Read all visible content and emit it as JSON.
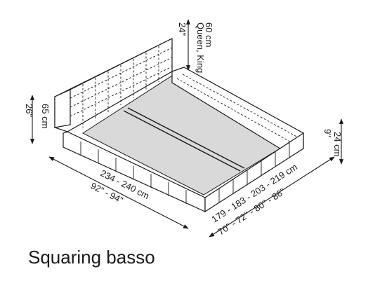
{
  "product": {
    "name": "Squaring basso"
  },
  "dimensions": {
    "headboard_height": {
      "cm": "60 cm",
      "inch": "24\"",
      "note": "Queen, King"
    },
    "frame_height": {
      "cm": "65 cm",
      "inch": "26\""
    },
    "platform_height": {
      "cm": "24 cm",
      "inch": "9\""
    },
    "length": {
      "cm": "234 - 240 cm",
      "inch": "92\" - 94\""
    },
    "width": {
      "cm": "179 - 183 - 203 - 219 cm",
      "inch": "70\" - 72\" - 80\" - 86\""
    }
  },
  "colors": {
    "line": "#1a1a1a",
    "panel": "#d9d9d9",
    "background": "#ffffff"
  }
}
